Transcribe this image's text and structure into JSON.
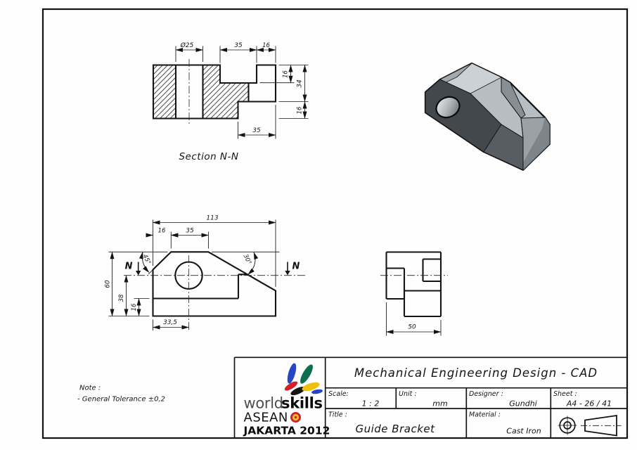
{
  "drawing": {
    "section_view": {
      "label": "Section N-N",
      "dims": {
        "diameter": "Ø25",
        "slot_width": "35",
        "step_width": "16",
        "depth_top": "16",
        "depth_mid": "34",
        "depth_bottom": "16",
        "bottom_width": "35"
      }
    },
    "front_view": {
      "dims": {
        "width": "113",
        "chamfer_offset": "16",
        "flat_width": "35",
        "chamfer_angle": "45°",
        "slope_angle": "30°",
        "height": "60",
        "hole_height": "38",
        "step_height": "16",
        "hole_offset": "33,5"
      },
      "cut_label_left": "N",
      "cut_label_right": "N"
    },
    "side_view": {
      "dims": {
        "depth": "50"
      }
    },
    "note": {
      "line1": "Note :",
      "line2": "- General Tolerance ±0,2"
    }
  },
  "title_block": {
    "header": "Mechanical Engineering Design - CAD",
    "scale": {
      "label": "Scale:",
      "value": "1 : 2"
    },
    "unit": {
      "label": "Unit :",
      "value": "mm"
    },
    "designer": {
      "label": "Designer :",
      "value": "Gundhi"
    },
    "sheet": {
      "label": "Sheet :",
      "value": "A4 - 26 / 41"
    },
    "title": {
      "label": "Title :",
      "value": "Guide Bracket"
    },
    "material": {
      "label": "Material :",
      "value": "Cast Iron"
    }
  },
  "logo": {
    "word1": "world",
    "word2": "skills",
    "region": "ASEAN",
    "event": "JAKARTA 2012"
  },
  "colors": {
    "teal": "#0d8488",
    "magenta": "#a21caf"
  }
}
